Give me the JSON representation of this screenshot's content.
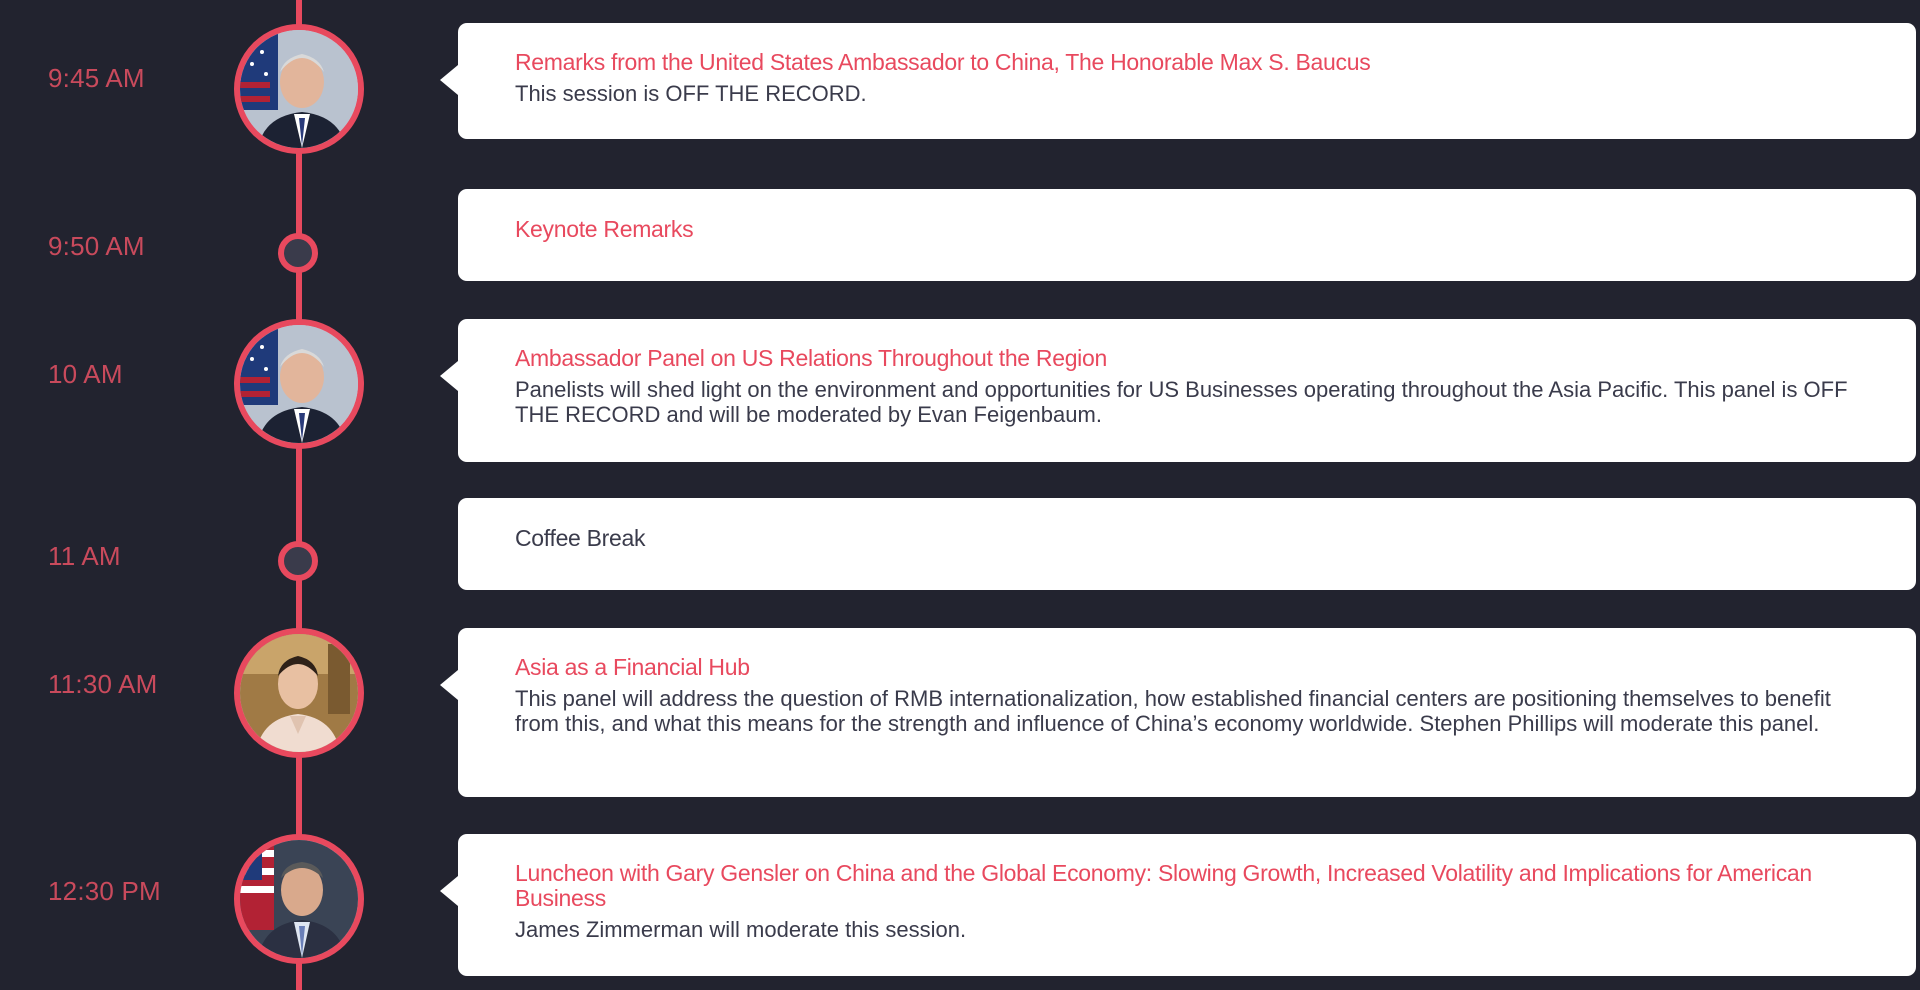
{
  "colors": {
    "background": "#22232f",
    "accent": "#e8495e",
    "time_text": "#c94a5c",
    "card": "#ffffff",
    "body_text": "#3a3b4b"
  },
  "sessions": [
    {
      "time": "9:45 AM",
      "marker": "photo",
      "photo": "speaker-photo-max-baucus",
      "title": "Remarks from the United States Ambassador to China, The Honorable Max S. Baucus",
      "description": "This session is OFF THE RECORD."
    },
    {
      "time": "9:50 AM",
      "marker": "dot",
      "title": "Keynote Remarks",
      "description": ""
    },
    {
      "time": "10 AM",
      "marker": "photo",
      "photo": "speaker-photo-max-baucus",
      "title": "Ambassador Panel on US Relations Throughout the Region",
      "description": "Panelists will shed light on the environment and opportunities for US Businesses operating throughout the Asia Pacific. This panel is OFF THE RECORD and will be moderated by Evan Feigenbaum."
    },
    {
      "time": "11 AM",
      "marker": "dot",
      "title": "Coffee Break",
      "description": ""
    },
    {
      "time": "11:30 AM",
      "marker": "photo",
      "photo": "speaker-photo-stephen-phillips",
      "title": "Asia as a Financial Hub",
      "description": "This panel will address the question of RMB internationalization, how established financial centers are positioning themselves to benefit from this, and what this means for the strength and influence of China’s economy worldwide. Stephen Phillips will moderate this panel."
    },
    {
      "time": "12:30 PM",
      "marker": "photo",
      "photo": "speaker-photo-gary-gensler",
      "title": "Luncheon with Gary Gensler on China and the Global Economy: Slowing Growth, Increased Volatility and Implications for American Business",
      "description": "James Zimmerman will moderate this session."
    }
  ]
}
